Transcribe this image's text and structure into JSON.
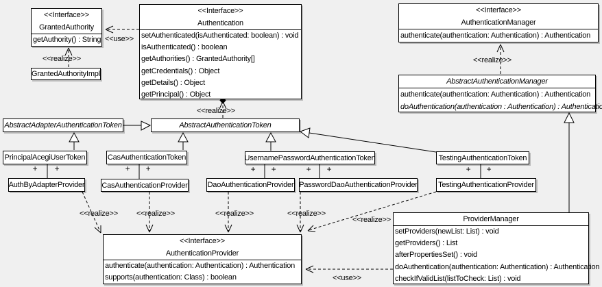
{
  "labels": {
    "use": "<<use>>",
    "realize": "<<realize>>",
    "plus": "+"
  },
  "colors": {
    "background": "#f0f0f0",
    "box_fill": "#ffffff",
    "line": "#000000"
  },
  "classes": {
    "grantedAuthority": {
      "stereotype": "<<Interface>>",
      "name": "GrantedAuthority",
      "methods": [
        "getAuthority() : String"
      ]
    },
    "grantedAuthorityImpl": {
      "name": "GrantedAuthorityImpl"
    },
    "authentication": {
      "stereotype": "<<Interface>>",
      "name": "Authentication",
      "methods": [
        "setAuthenticated(isAuthenticated: boolean) : void",
        "isAuthenticated() : boolean",
        "getAuthorities() : GrantedAuthority[]",
        "getCredentials() : Object",
        "getDetails() : Object",
        "getPrincipal() : Object"
      ]
    },
    "authenticationManager": {
      "stereotype": "<<Interface>>",
      "name": "AuthenticationManager",
      "methods": [
        "authenticate(authentication: Authentication) : Authentication"
      ]
    },
    "abstractAuthenticationManager": {
      "name": "AbstractAuthenticationManager",
      "methods": [
        "authenticate(authentication: Authentication) : Authentication",
        "doAuthentication(authentication : Authentication) : Authentication"
      ]
    },
    "abstractAdapterAuthenticationToken": {
      "name": "AbstractAdapterAuthenticationToken"
    },
    "abstractAuthenticationToken": {
      "name": "AbstractAuthenticationToken"
    },
    "principalAcegiUserToken": {
      "name": "PrincipalAcegiUserToken"
    },
    "casAuthenticationToken": {
      "name": "CasAuthenticationToken"
    },
    "usernamePasswordAuthenticationToken": {
      "name": "UsernamePasswordAuthenticationToken"
    },
    "testingAuthenticationToken": {
      "name": "TestingAuthenticationToken"
    },
    "authByAdapterProvider": {
      "name": "AuthByAdapterProvider"
    },
    "casAuthenticationProvider": {
      "name": "CasAuthenticationProvider"
    },
    "daoAuthenticationProvider": {
      "name": "DaoAuthenticationProvider"
    },
    "passwordDaoAuthenticationProvider": {
      "name": "PasswordDaoAuthenticationProvider"
    },
    "testingAuthenticationProvider": {
      "name": "TestingAuthenticationProvider"
    },
    "authenticationProvider": {
      "stereotype": "<<Interface>>",
      "name": "AuthenticationProvider",
      "methods": [
        "authenticate(authentication: Authentication) : Authentication",
        "supports(authentication: Class) : boolean"
      ]
    },
    "providerManager": {
      "name": "ProviderManager",
      "methods": [
        "setProviders(newList: List) : void",
        "getProviders() : List",
        "afterPropertiesSet() : void",
        "doAuthentication(authentication: Authentication) : Authentication",
        "checkIfValidList(listToCheck: List) : void"
      ]
    }
  }
}
